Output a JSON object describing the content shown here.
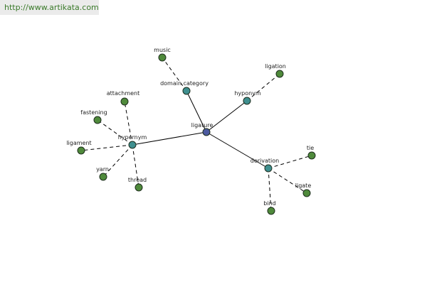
{
  "watermark": {
    "url_text": "http://www.artikata.com"
  },
  "colors": {
    "center_node": "#4c5aa0",
    "relation_node": "#3f8f8f",
    "leaf_node": "#4f8a3b",
    "node_stroke": "#1e2e1e",
    "edge": "#000000"
  },
  "graph": {
    "center": {
      "label": "ligature"
    },
    "relations": [
      {
        "key": "domain",
        "label": "domain category",
        "terms": [
          "music"
        ]
      },
      {
        "key": "hyponym",
        "label": "hyponym",
        "terms": [
          "ligation"
        ]
      },
      {
        "key": "hypernym",
        "label": "hypernym",
        "terms": [
          "attachment",
          "fastening",
          "ligament",
          "yarn",
          "thread"
        ]
      },
      {
        "key": "derivation",
        "label": "derivation",
        "terms": [
          "tie",
          "ligate",
          "bind"
        ]
      }
    ]
  }
}
